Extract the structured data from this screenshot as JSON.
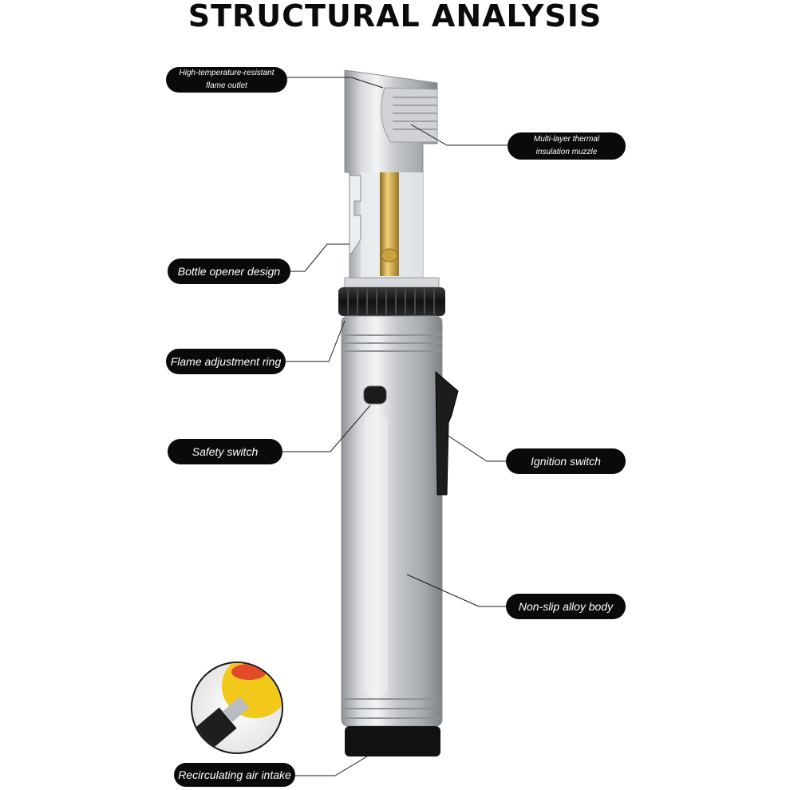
{
  "title": "STRUCTURAL ANALYSIS",
  "labels": {
    "flame_outlet": [
      "High-temperature-resistant",
      "flame outlet"
    ],
    "muzzle": [
      "Multi-layer thermal",
      "insulation muzzle"
    ],
    "bottle_opener": "Bottle opener design",
    "adjustment_ring": "Flame adjustment ring",
    "safety_switch": "Safety switch",
    "ignition_switch": "Ignition switch",
    "alloy_body": "Non-slip alloy body",
    "air_intake": "Recirculating air intake"
  },
  "colors": {
    "label_bg": "#0a0a0a",
    "label_text": "#ffffff",
    "body_silver": "#c4c6c9",
    "brass": "#c9a23f",
    "intake_yellow": "#f2c81a"
  }
}
